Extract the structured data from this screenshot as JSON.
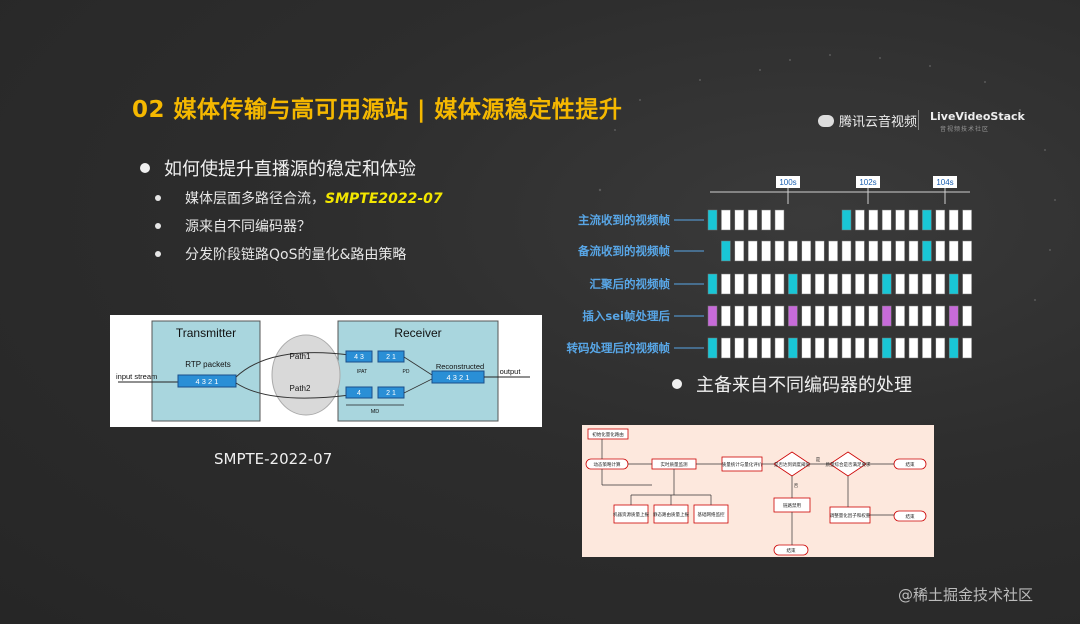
{
  "slide": {
    "title": "02 媒体传输与高可用源站 | 媒体源稳定性提升",
    "logo_tencent": "腾讯云音视频",
    "logo_lvs": "LiveVideoStack",
    "logo_lvs_sub": "音视频技术社区",
    "main_bullet": "如何使提升直播源的稳定和体验",
    "sub_bullets": [
      {
        "text": "媒体层面多路径合流，",
        "highlight": "SMPTE2022-07"
      },
      {
        "text": "源来自不同编码器？",
        "highlight": ""
      },
      {
        "text": "分发阶段链路QoS的量化&路由策略",
        "highlight": ""
      }
    ],
    "smpte_caption": "SMPTE-2022-07",
    "right_bullet": "主备来自不同编码器的处理",
    "watermark": "@稀土掘金技术社区"
  },
  "smpte_diagram": {
    "transmitter": "Transmitter",
    "receiver": "Receiver",
    "rtp_packets": "RTP packets",
    "input_stream": "input stream",
    "path1": "Path1",
    "path2": "Path2",
    "reconstructed": "Reconstructed",
    "output": "output",
    "packets_tx": "4 3 2 1",
    "packets_p1a": "4 3",
    "packets_p1b": "2 1",
    "packets_p2a": "4",
    "packets_p2b": "2 1",
    "packets_out": "4 3 2 1",
    "ipat": "IPAT",
    "pd": "PD",
    "md": "MD"
  },
  "frame_diagram": {
    "ticks": [
      "100s",
      "102s",
      "104s"
    ],
    "rows": [
      "主流收到的视频帧",
      "备流收到的视频帧",
      "汇聚后的视频帧",
      "插入sei帧处理后",
      "转码处理后的视频帧"
    ]
  },
  "flowchart": {
    "start": "初始化量化路由",
    "calc": "动态策略计算",
    "monitor": "实时质量监测",
    "stats": "质量统计与量化评价",
    "decide1": "是否达到调度阈值",
    "decide2": "质量综合是否满足要求",
    "disable": "链路禁用",
    "adjust": "调整量化因子和权重",
    "end1": "结束",
    "end2": "结束",
    "end3": "结束",
    "yes": "是",
    "no": "否",
    "inputs": [
      "机器资源质量上报",
      "静态路由质量上报",
      "基础网络监控"
    ]
  },
  "colors": {
    "title": "#f5b800",
    "highlight": "#f2e600",
    "label_blue": "#58a6e6",
    "frame_cyan": "#19c6d6",
    "frame_magenta": "#c76bd9"
  }
}
